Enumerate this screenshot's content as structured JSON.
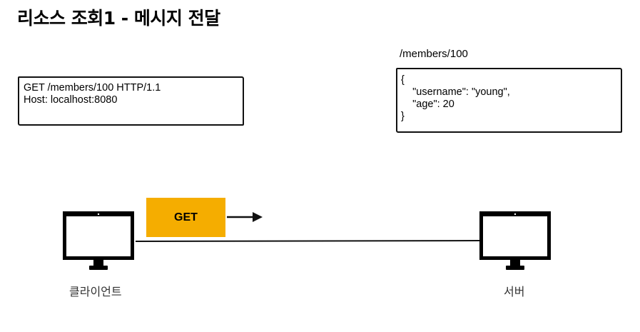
{
  "title": "리소스 조회1 - 메시지 전달",
  "request": {
    "message": "GET /members/100 HTTP/1.1\nHost: localhost:8080"
  },
  "response": {
    "url": "/members/100",
    "body": "{\n    \"username\": \"young\",\n    \"age\": 20\n}"
  },
  "method_badge": "GET",
  "client": {
    "label": "클라이언트",
    "icon": "monitor-icon"
  },
  "server": {
    "label": "서버",
    "icon": "monitor-icon"
  },
  "colors": {
    "method_badge": "#f5ad00",
    "stroke": "#111111"
  }
}
